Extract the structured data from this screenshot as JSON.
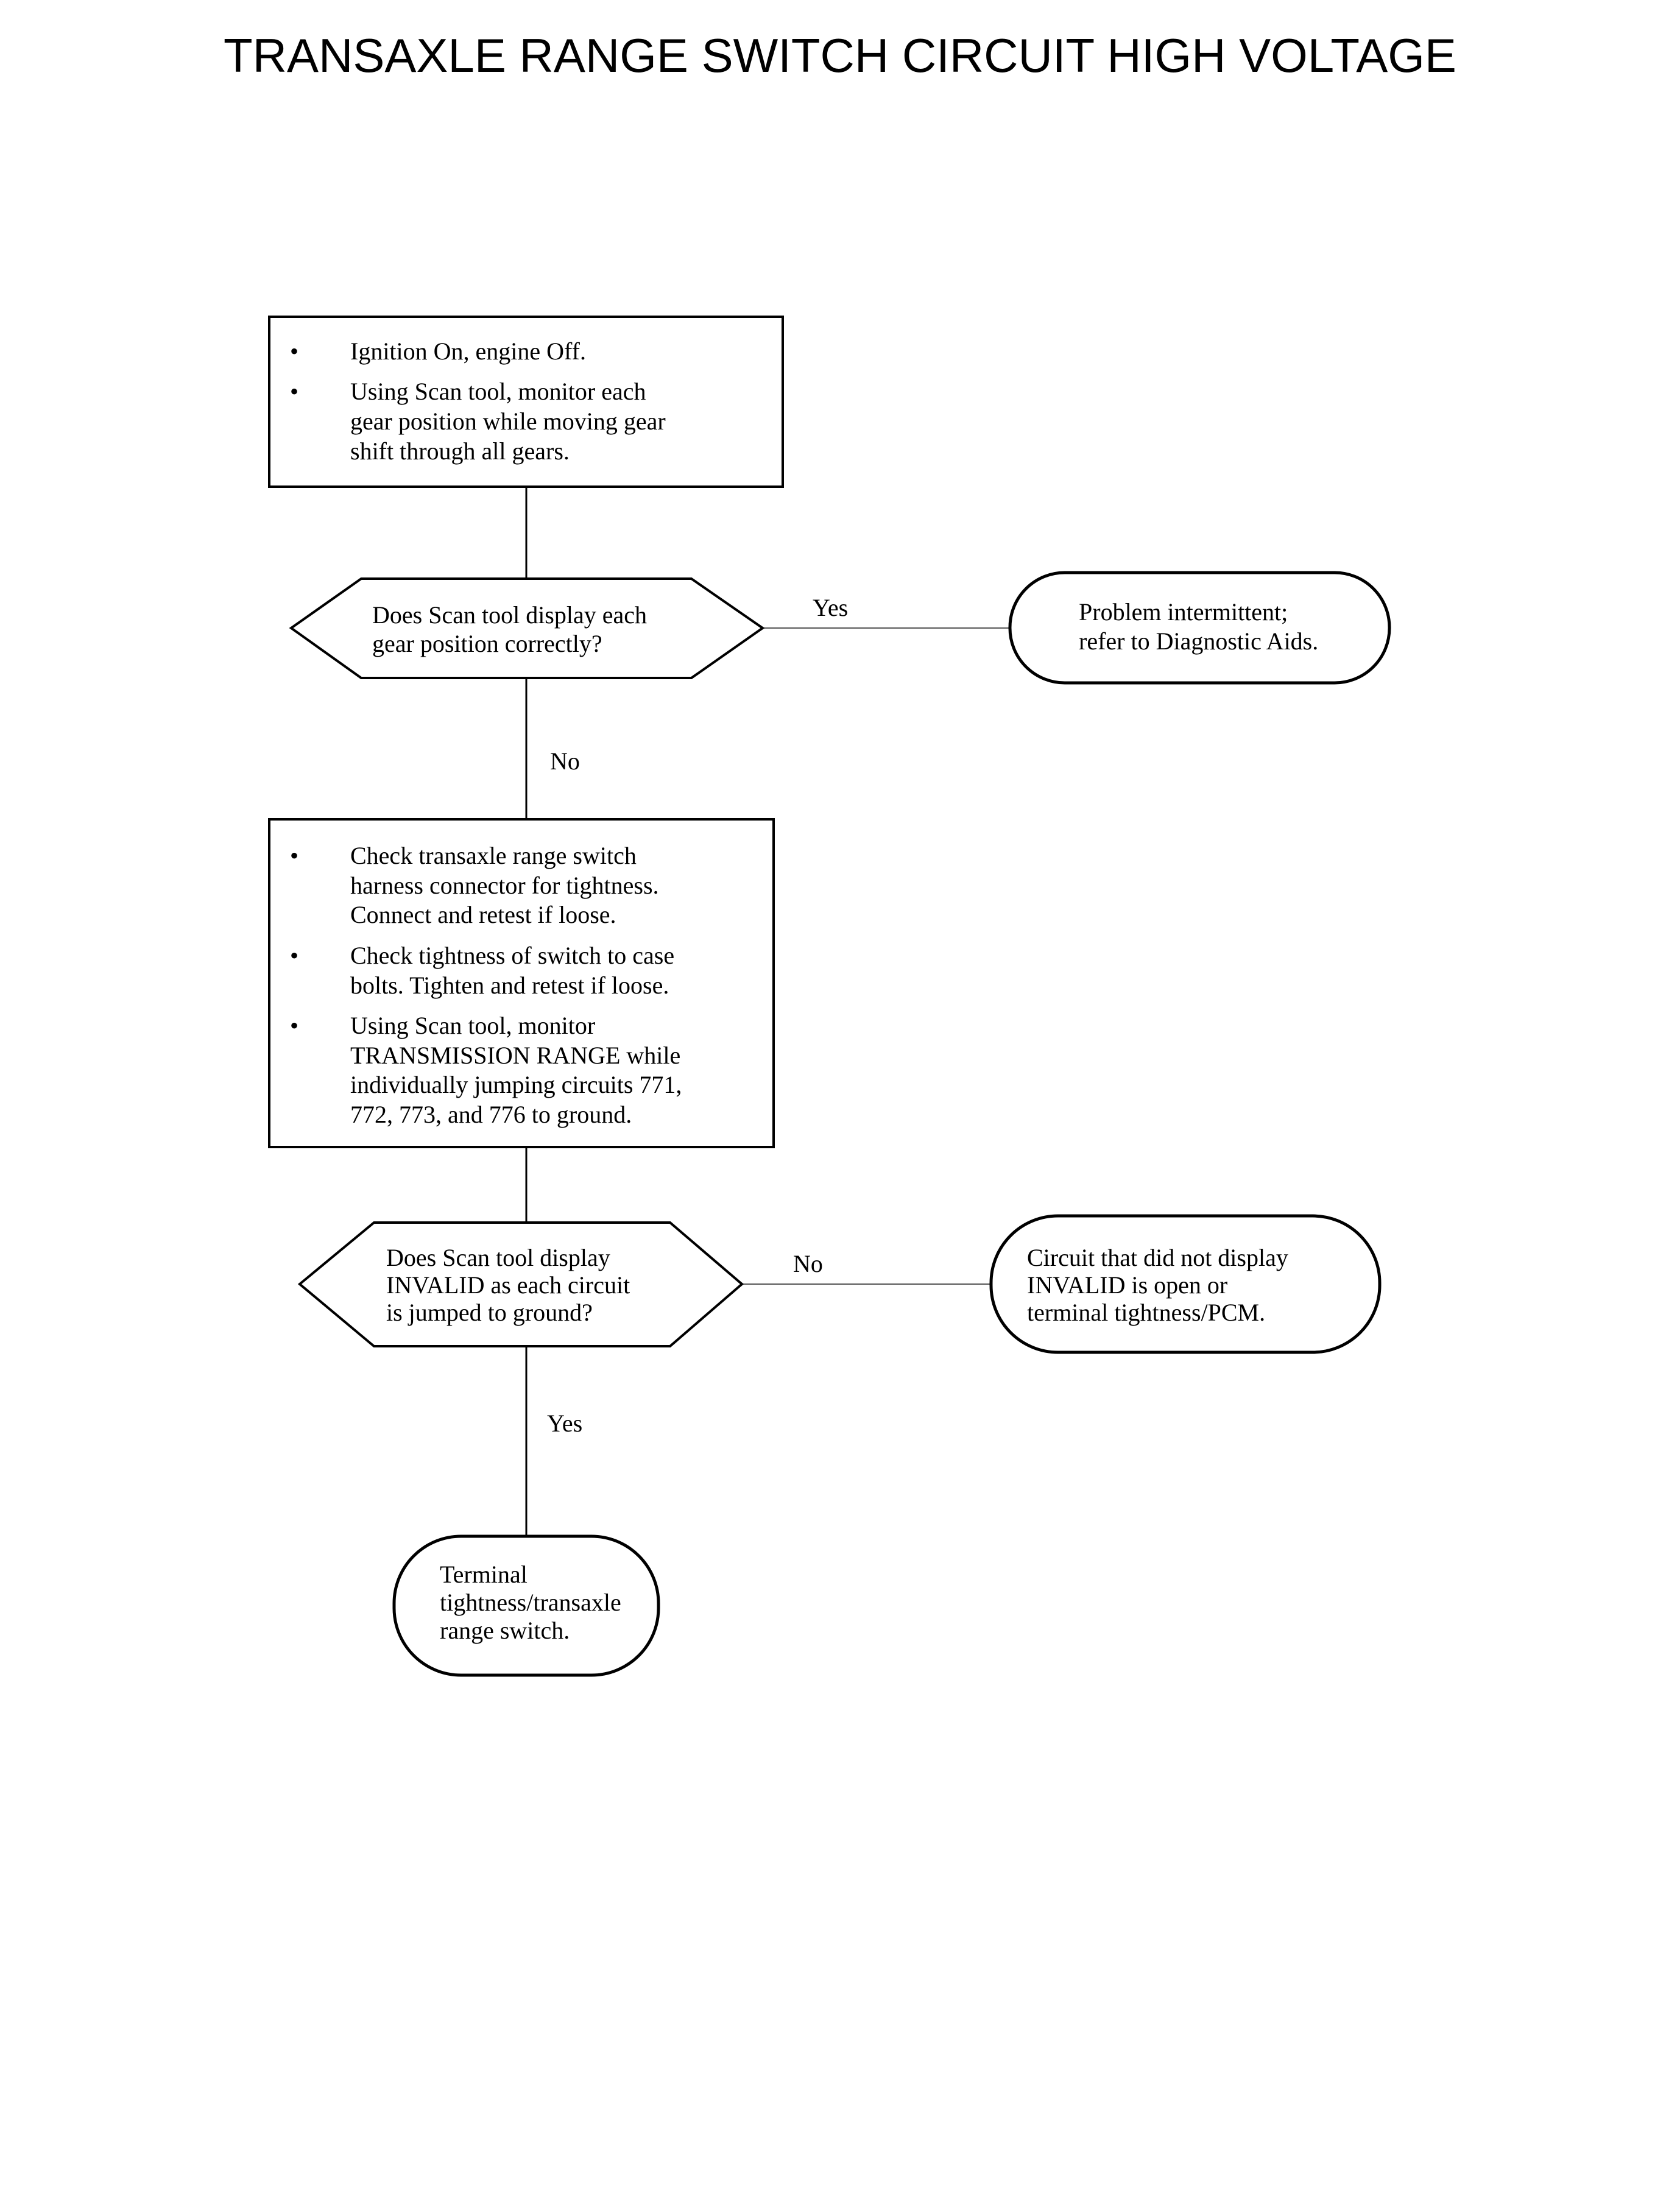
{
  "title": "TRANSAXLE RANGE SWITCH CIRCUIT HIGH VOLTAGE",
  "box1": {
    "bullet": "•",
    "items": [
      [
        "Ignition On, engine Off."
      ],
      [
        "Using Scan tool, monitor each",
        "gear position while moving gear",
        "shift through all gears."
      ]
    ]
  },
  "decision1": {
    "lines": [
      "Does Scan tool display each",
      "gear position correctly?"
    ],
    "yes_label": "Yes",
    "no_label": "No"
  },
  "terminal1": {
    "lines": [
      "Problem intermittent;",
      "refer to Diagnostic Aids."
    ]
  },
  "box2": {
    "bullet": "•",
    "items": [
      [
        "Check transaxle range switch",
        "harness connector for tightness.",
        "Connect and retest if loose."
      ],
      [
        "Check tightness of switch to case",
        "bolts. Tighten and retest if loose."
      ],
      [
        "Using Scan tool, monitor",
        "TRANSMISSION RANGE while",
        "individually jumping circuits 771,",
        "772, 773, and 776 to ground."
      ]
    ]
  },
  "decision2": {
    "lines": [
      "Does Scan tool display",
      "INVALID as each circuit",
      "is jumped to ground?"
    ],
    "no_label": "No",
    "yes_label": "Yes"
  },
  "terminal2": {
    "lines": [
      "Circuit that did not display",
      "INVALID is open or",
      "terminal tightness/PCM."
    ]
  },
  "terminal3": {
    "lines": [
      "Terminal",
      "tightness/transaxle",
      "range switch."
    ]
  }
}
